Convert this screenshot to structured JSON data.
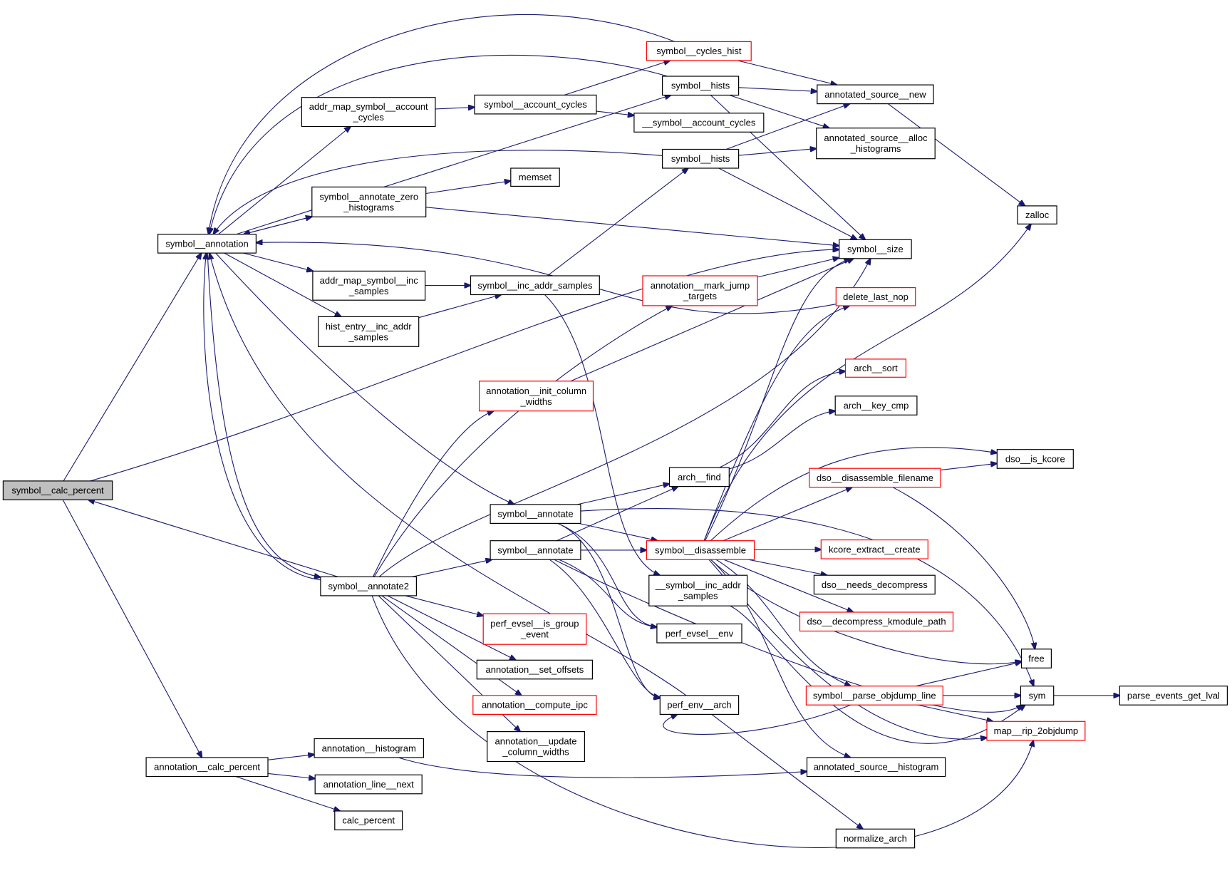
{
  "title": "symbol__calc_percent call graph",
  "colors": {
    "edge": "#191970",
    "node_border": "#000000",
    "node_border_truncated": "#ff0000",
    "focus_fill": "#bfbfbf",
    "node_fill": "#ffffff"
  },
  "nodes": [
    {
      "id": "calc_percent_focus",
      "label": [
        "symbol__calc_percent"
      ],
      "kind": "focus"
    },
    {
      "id": "symbol_annotation",
      "label": [
        "symbol__annotation"
      ],
      "kind": "normal"
    },
    {
      "id": "addr_map_account_cycles",
      "label": [
        "addr_map_symbol__account",
        "_cycles"
      ],
      "kind": "normal"
    },
    {
      "id": "symbol_account_cycles",
      "label": [
        "symbol__account_cycles"
      ],
      "kind": "normal"
    },
    {
      "id": "__symbol_account_cycles",
      "label": [
        "__symbol__account_cycles"
      ],
      "kind": "normal"
    },
    {
      "id": "symbol_cycles_hist",
      "label": [
        "symbol__cycles_hist"
      ],
      "kind": "truncated"
    },
    {
      "id": "symbol_hists_1",
      "label": [
        "symbol__hists"
      ],
      "kind": "normal"
    },
    {
      "id": "symbol_hists_2",
      "label": [
        "symbol__hists"
      ],
      "kind": "normal"
    },
    {
      "id": "annotated_source_new",
      "label": [
        "annotated_source__new"
      ],
      "kind": "normal"
    },
    {
      "id": "annotated_source_alloc",
      "label": [
        "annotated_source__alloc",
        "_histograms"
      ],
      "kind": "normal"
    },
    {
      "id": "zalloc",
      "label": [
        "zalloc"
      ],
      "kind": "normal"
    },
    {
      "id": "symbol_annotate_zero",
      "label": [
        "symbol__annotate_zero",
        "_histograms"
      ],
      "kind": "normal"
    },
    {
      "id": "memset",
      "label": [
        "memset"
      ],
      "kind": "normal"
    },
    {
      "id": "symbol_size",
      "label": [
        "symbol__size"
      ],
      "kind": "normal"
    },
    {
      "id": "addr_map_inc_samples",
      "label": [
        "addr_map_symbol__inc",
        "_samples"
      ],
      "kind": "normal"
    },
    {
      "id": "symbol_inc_addr_samples",
      "label": [
        "symbol__inc_addr_samples"
      ],
      "kind": "normal"
    },
    {
      "id": "hist_entry_inc_addr",
      "label": [
        "hist_entry__inc_addr",
        "_samples"
      ],
      "kind": "normal"
    },
    {
      "id": "annotation_mark_jump",
      "label": [
        "annotation__mark_jump",
        "_targets"
      ],
      "kind": "truncated"
    },
    {
      "id": "delete_last_nop",
      "label": [
        "delete_last_nop"
      ],
      "kind": "truncated"
    },
    {
      "id": "annotation_init_column",
      "label": [
        "annotation__init_column",
        "_widths"
      ],
      "kind": "truncated"
    },
    {
      "id": "arch_sort",
      "label": [
        "arch__sort"
      ],
      "kind": "truncated"
    },
    {
      "id": "arch_key_cmp",
      "label": [
        "arch__key_cmp"
      ],
      "kind": "normal"
    },
    {
      "id": "arch_find",
      "label": [
        "arch__find"
      ],
      "kind": "normal"
    },
    {
      "id": "dso_is_kcore",
      "label": [
        "dso__is_kcore"
      ],
      "kind": "normal"
    },
    {
      "id": "dso_disassemble_filename",
      "label": [
        "dso__disassemble_filename"
      ],
      "kind": "truncated"
    },
    {
      "id": "symbol_annotate_1",
      "label": [
        "symbol__annotate"
      ],
      "kind": "normal"
    },
    {
      "id": "symbol_annotate_2",
      "label": [
        "symbol__annotate"
      ],
      "kind": "normal"
    },
    {
      "id": "symbol_disassemble",
      "label": [
        "symbol__disassemble"
      ],
      "kind": "truncated"
    },
    {
      "id": "kcore_extract_create",
      "label": [
        "kcore_extract__create"
      ],
      "kind": "truncated"
    },
    {
      "id": "symbol_annotate2",
      "label": [
        "symbol__annotate2"
      ],
      "kind": "normal"
    },
    {
      "id": "__symbol_inc_addr",
      "label": [
        "__symbol__inc_addr",
        "_samples"
      ],
      "kind": "normal"
    },
    {
      "id": "dso_needs_decompress",
      "label": [
        "dso__needs_decompress"
      ],
      "kind": "normal"
    },
    {
      "id": "perf_evsel_is_group",
      "label": [
        "perf_evsel__is_group",
        "_event"
      ],
      "kind": "truncated"
    },
    {
      "id": "perf_evsel_env",
      "label": [
        "perf_evsel__env"
      ],
      "kind": "normal"
    },
    {
      "id": "dso_decompress_kmodule",
      "label": [
        "dso__decompress_kmodule_path"
      ],
      "kind": "truncated"
    },
    {
      "id": "annotation_set_offsets",
      "label": [
        "annotation__set_offsets"
      ],
      "kind": "normal"
    },
    {
      "id": "free",
      "label": [
        "free"
      ],
      "kind": "normal"
    },
    {
      "id": "symbol_parse_objdump",
      "label": [
        "symbol__parse_objdump_line"
      ],
      "kind": "truncated"
    },
    {
      "id": "sym",
      "label": [
        "sym"
      ],
      "kind": "normal"
    },
    {
      "id": "parse_events_get_lval",
      "label": [
        "parse_events_get_lval"
      ],
      "kind": "normal"
    },
    {
      "id": "annotation_compute_ipc",
      "label": [
        "annotation__compute_ipc"
      ],
      "kind": "truncated"
    },
    {
      "id": "perf_env_arch",
      "label": [
        "perf_env__arch"
      ],
      "kind": "normal"
    },
    {
      "id": "map_rip_2objdump",
      "label": [
        "map__rip_2objdump"
      ],
      "kind": "truncated"
    },
    {
      "id": "annotation_update_column",
      "label": [
        "annotation__update",
        "_column_widths"
      ],
      "kind": "normal"
    },
    {
      "id": "annotation_histogram",
      "label": [
        "annotation__histogram"
      ],
      "kind": "normal"
    },
    {
      "id": "annotation_calc_percent",
      "label": [
        "annotation__calc_percent"
      ],
      "kind": "normal"
    },
    {
      "id": "annotated_source_histogram",
      "label": [
        "annotated_source__histogram"
      ],
      "kind": "normal"
    },
    {
      "id": "annotation_line_next",
      "label": [
        "annotation_line__next"
      ],
      "kind": "normal"
    },
    {
      "id": "calc_percent",
      "label": [
        "calc_percent"
      ],
      "kind": "normal"
    },
    {
      "id": "normalize_arch",
      "label": [
        "normalize_arch"
      ],
      "kind": "normal"
    }
  ],
  "edges": [
    {
      "from": "calc_percent_focus",
      "to": "symbol_annotation"
    },
    {
      "from": "calc_percent_focus",
      "to": "annotation_calc_percent"
    },
    {
      "from": "calc_percent_focus",
      "to": "symbol_size"
    },
    {
      "from": "symbol_annotate2",
      "to": "calc_percent_focus"
    },
    {
      "from": "symbol_annotation",
      "to": "addr_map_account_cycles"
    },
    {
      "from": "symbol_annotation",
      "to": "symbol_annotate_zero"
    },
    {
      "from": "symbol_annotation",
      "to": "addr_map_inc_samples"
    },
    {
      "from": "symbol_annotation",
      "to": "hist_entry_inc_addr"
    },
    {
      "from": "symbol_annotation",
      "to": "symbol_annotate_1"
    },
    {
      "from": "symbol_annotation",
      "to": "symbol_annotate2"
    },
    {
      "from": "symbol_cycles_hist",
      "to": "symbol_annotation"
    },
    {
      "from": "symbol_hists_1",
      "to": "symbol_annotation"
    },
    {
      "from": "symbol_hists_2",
      "to": "symbol_annotation"
    },
    {
      "from": "symbol_annotate_zero",
      "to": "symbol_annotation"
    },
    {
      "from": "delete_last_nop",
      "to": "symbol_annotation"
    },
    {
      "from": "symbol_annotate2",
      "to": "symbol_annotation"
    },
    {
      "from": "perf_env_arch",
      "to": "symbol_annotation"
    },
    {
      "from": "addr_map_account_cycles",
      "to": "symbol_account_cycles"
    },
    {
      "from": "symbol_account_cycles",
      "to": "symbol_cycles_hist"
    },
    {
      "from": "symbol_account_cycles",
      "to": "__symbol_account_cycles"
    },
    {
      "from": "symbol_annotation",
      "to": "symbol_hists_1"
    },
    {
      "from": "symbol_cycles_hist",
      "to": "annotated_source_new"
    },
    {
      "from": "symbol_hists_1",
      "to": "annotated_source_new"
    },
    {
      "from": "symbol_hists_1",
      "to": "annotated_source_alloc"
    },
    {
      "from": "symbol_hists_1",
      "to": "symbol_size"
    },
    {
      "from": "symbol_hists_2",
      "to": "annotated_source_new"
    },
    {
      "from": "symbol_hists_2",
      "to": "annotated_source_alloc"
    },
    {
      "from": "symbol_hists_2",
      "to": "symbol_size"
    },
    {
      "from": "annotated_source_new",
      "to": "zalloc"
    },
    {
      "from": "symbol_annotate_zero",
      "to": "memset"
    },
    {
      "from": "symbol_annotate_zero",
      "to": "symbol_size"
    },
    {
      "from": "addr_map_inc_samples",
      "to": "symbol_inc_addr_samples"
    },
    {
      "from": "hist_entry_inc_addr",
      "to": "symbol_inc_addr_samples"
    },
    {
      "from": "symbol_inc_addr_samples",
      "to": "symbol_hists_2"
    },
    {
      "from": "symbol_inc_addr_samples",
      "to": "__symbol_inc_addr"
    },
    {
      "from": "annotation_mark_jump",
      "to": "symbol_size"
    },
    {
      "from": "annotation_init_column",
      "to": "symbol_size"
    },
    {
      "from": "symbol_annotate2",
      "to": "annotation_mark_jump"
    },
    {
      "from": "symbol_annotate2",
      "to": "annotation_init_column"
    },
    {
      "from": "symbol_annotate2",
      "to": "symbol_size"
    },
    {
      "from": "symbol_annotate2",
      "to": "symbol_annotate_2"
    },
    {
      "from": "symbol_annotate2",
      "to": "perf_evsel_is_group"
    },
    {
      "from": "symbol_annotate2",
      "to": "annotation_set_offsets"
    },
    {
      "from": "symbol_annotate2",
      "to": "annotation_compute_ipc"
    },
    {
      "from": "symbol_annotate2",
      "to": "annotation_update_column"
    },
    {
      "from": "symbol_annotate2",
      "to": "map_rip_2objdump"
    },
    {
      "from": "symbol_disassemble",
      "to": "delete_last_nop"
    },
    {
      "from": "symbol_disassemble",
      "to": "symbol_size"
    },
    {
      "from": "symbol_disassemble",
      "to": "dso_is_kcore"
    },
    {
      "from": "symbol_disassemble",
      "to": "dso_disassemble_filename"
    },
    {
      "from": "symbol_disassemble",
      "to": "kcore_extract_create"
    },
    {
      "from": "symbol_disassemble",
      "to": "dso_needs_decompress"
    },
    {
      "from": "symbol_disassemble",
      "to": "dso_decompress_kmodule"
    },
    {
      "from": "symbol_disassemble",
      "to": "free"
    },
    {
      "from": "symbol_disassemble",
      "to": "symbol_parse_objdump"
    },
    {
      "from": "symbol_disassemble",
      "to": "annotated_source_histogram"
    },
    {
      "from": "symbol_disassemble",
      "to": "map_rip_2objdump"
    },
    {
      "from": "symbol_disassemble",
      "to": "zalloc"
    },
    {
      "from": "arch_find",
      "to": "arch_sort"
    },
    {
      "from": "arch_find",
      "to": "arch_key_cmp"
    },
    {
      "from": "symbol_annotate_1",
      "to": "arch_find"
    },
    {
      "from": "symbol_annotate_1",
      "to": "symbol_disassemble"
    },
    {
      "from": "symbol_annotate_1",
      "to": "sym"
    },
    {
      "from": "symbol_annotate_1",
      "to": "perf_evsel_env"
    },
    {
      "from": "symbol_annotate_1",
      "to": "perf_env_arch"
    },
    {
      "from": "symbol_annotate_2",
      "to": "arch_find"
    },
    {
      "from": "symbol_annotate_2",
      "to": "symbol_disassemble"
    },
    {
      "from": "symbol_annotate_2",
      "to": "perf_evsel_env"
    },
    {
      "from": "symbol_annotate_2",
      "to": "perf_env_arch"
    },
    {
      "from": "symbol_annotate_2",
      "to": "sym"
    },
    {
      "from": "dso_disassemble_filename",
      "to": "dso_is_kcore"
    },
    {
      "from": "dso_disassemble_filename",
      "to": "free"
    },
    {
      "from": "__symbol_inc_addr",
      "to": "sym"
    },
    {
      "from": "symbol_parse_objdump",
      "to": "free"
    },
    {
      "from": "symbol_parse_objdump",
      "to": "sym"
    },
    {
      "from": "symbol_parse_objdump",
      "to": "map_rip_2objdump"
    },
    {
      "from": "symbol_parse_objdump",
      "to": "perf_env_arch"
    },
    {
      "from": "sym",
      "to": "parse_events_get_lval"
    },
    {
      "from": "perf_env_arch",
      "to": "normalize_arch"
    },
    {
      "from": "annotation_calc_percent",
      "to": "annotation_histogram"
    },
    {
      "from": "annotation_calc_percent",
      "to": "annotation_line_next"
    },
    {
      "from": "annotation_calc_percent",
      "to": "calc_percent"
    },
    {
      "from": "annotation_histogram",
      "to": "annotated_source_histogram"
    }
  ]
}
